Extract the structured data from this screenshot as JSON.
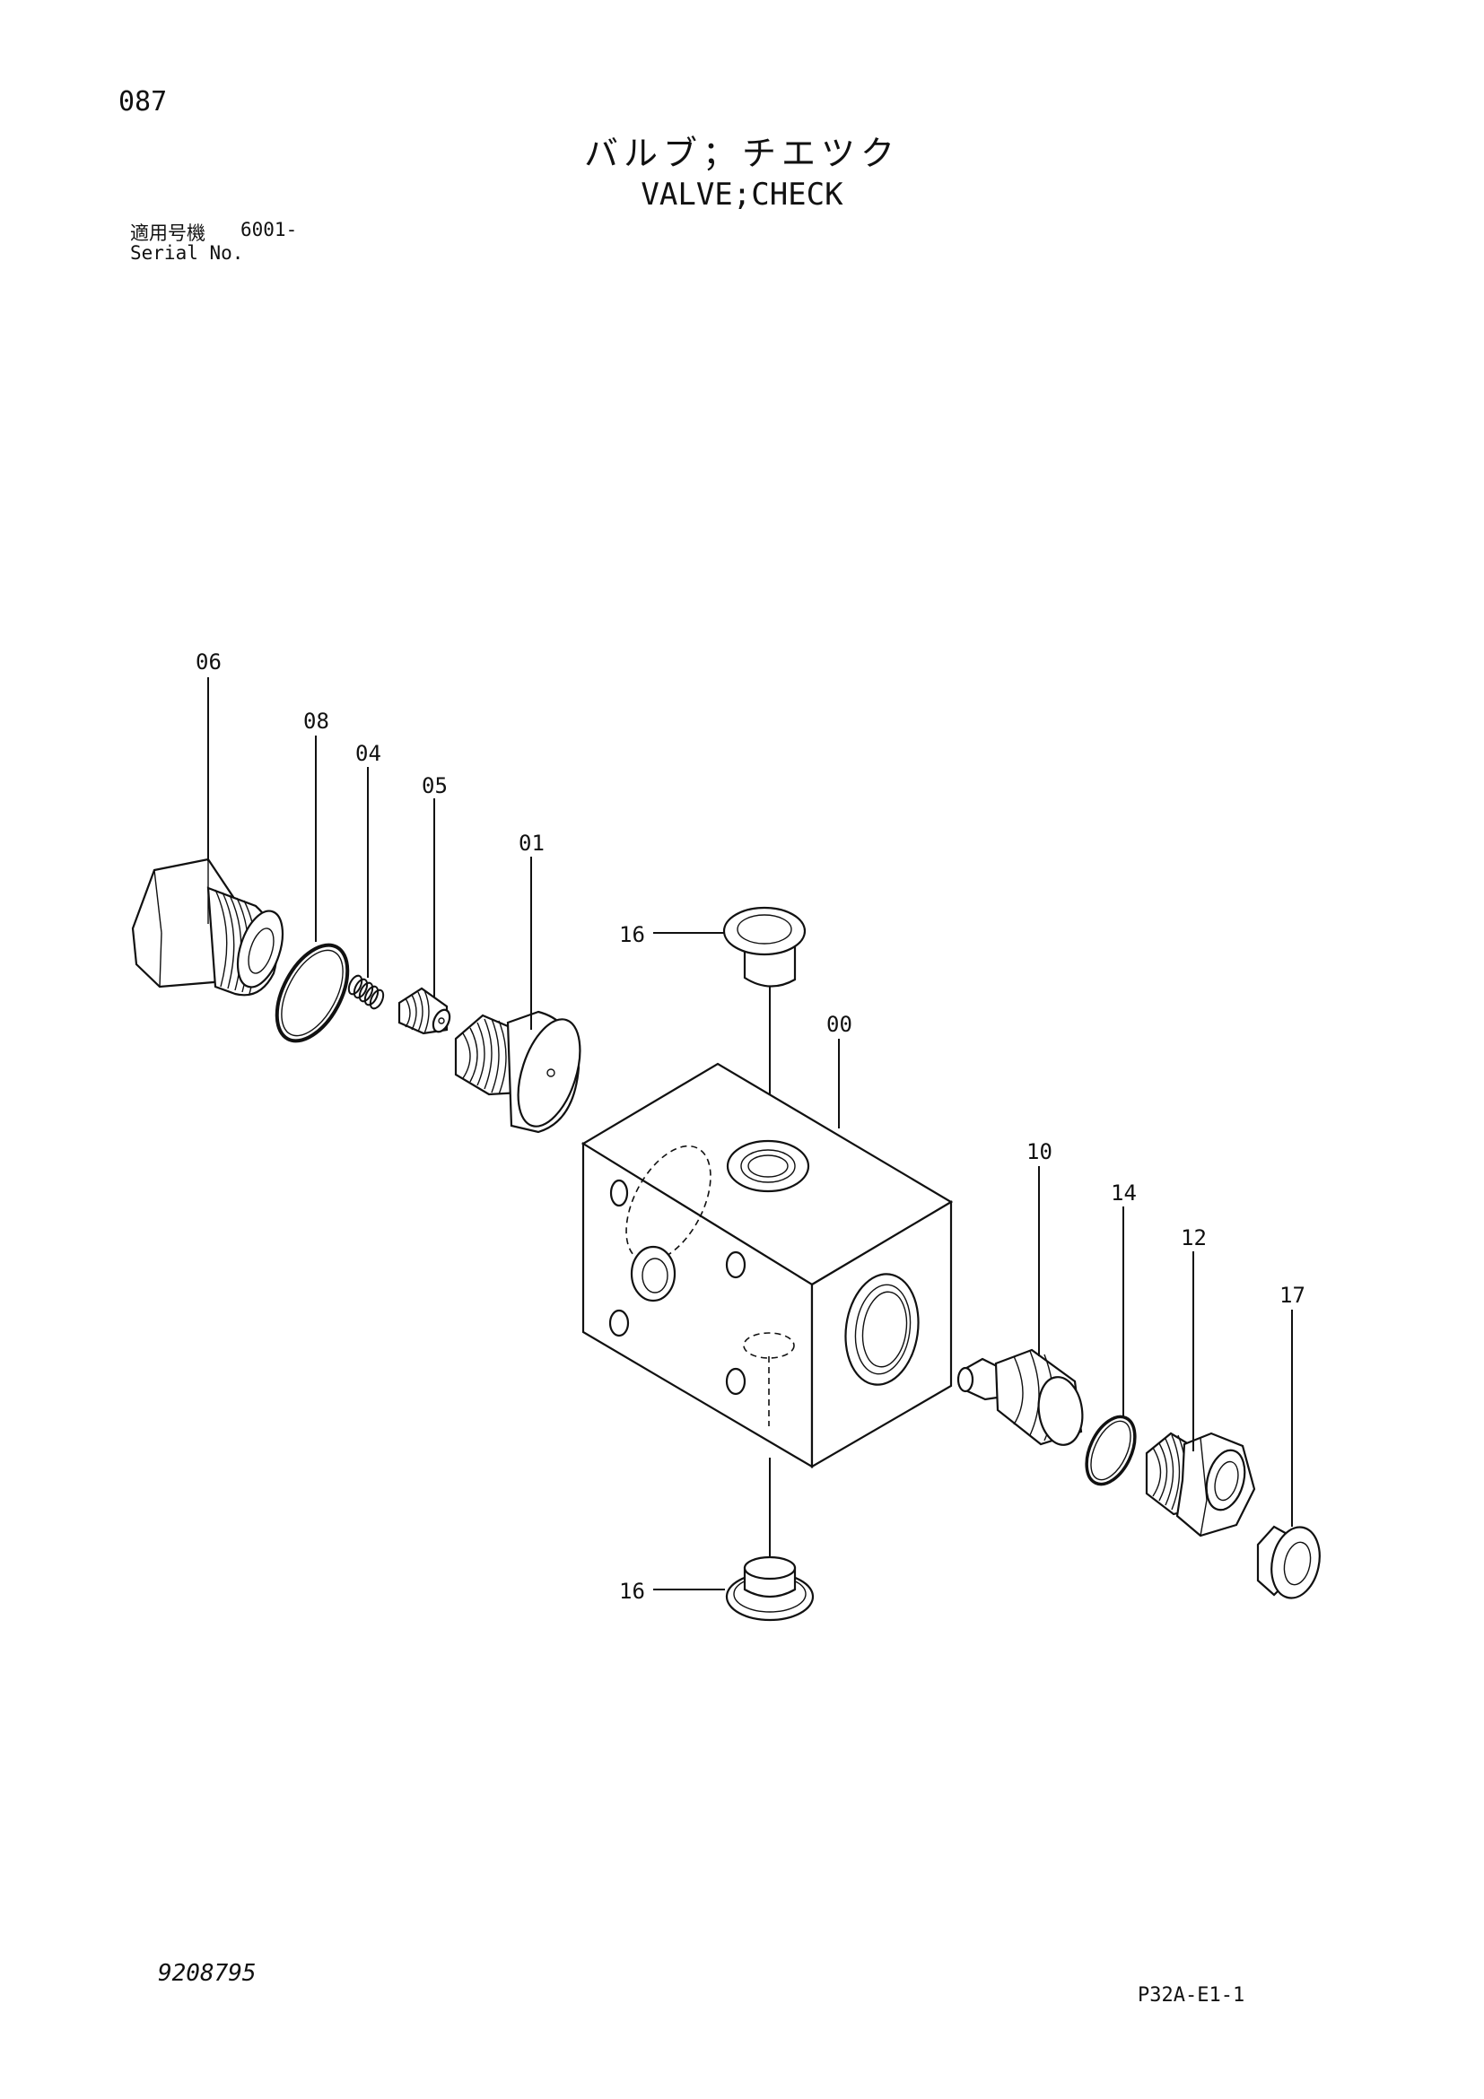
{
  "header": {
    "page_number": "087",
    "title_jp": "バルブ；チエツク",
    "title_en": "VALVE;CHECK",
    "serial_label_jp": "適用号機",
    "serial_value": "6001-",
    "serial_label_en": "Serial No."
  },
  "footer": {
    "doc_number": "9208795",
    "sheet_code": "P32A-E1-1"
  },
  "callouts": {
    "plug_large": "06",
    "oring_large": "08",
    "spring": "04",
    "poppet_small": "05",
    "poppet_large": "01",
    "cap_top": "16",
    "body": "00",
    "spool": "10",
    "oring_small": "14",
    "adapter": "12",
    "cap_side": "17",
    "cap_bottom": "16"
  }
}
